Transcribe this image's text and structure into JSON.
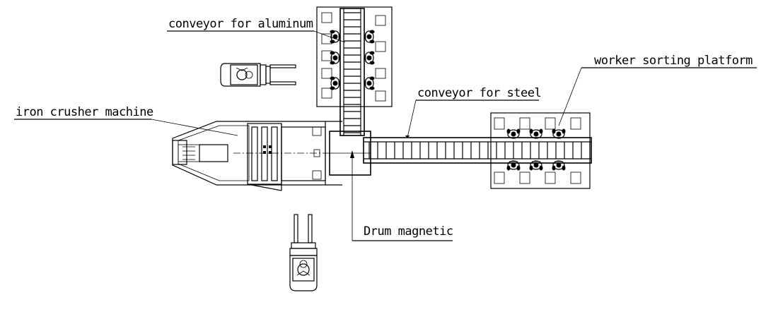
{
  "labels": {
    "conveyor_aluminum": "conveyor for aluminum",
    "iron_crusher": "iron crusher machine",
    "conveyor_steel": "conveyor for steel",
    "worker_platform": "worker  sorting platform",
    "drum_magnetic": "Drum magnetic"
  },
  "icons": {
    "forklift": "forklift-icon",
    "worker": "worker-icon"
  },
  "colors": {
    "line": "#000000",
    "background": "#ffffff"
  }
}
